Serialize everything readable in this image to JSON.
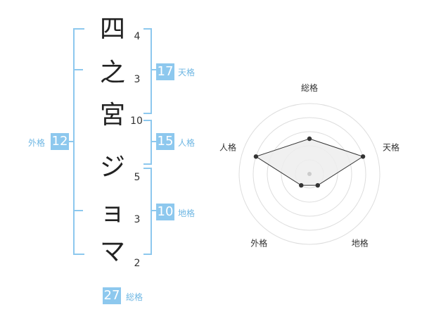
{
  "name": {
    "characters": [
      {
        "char": "四",
        "strokes": "4"
      },
      {
        "char": "之",
        "strokes": "3"
      },
      {
        "char": "宮",
        "strokes": "10"
      },
      {
        "char": "ジ",
        "strokes": "5"
      },
      {
        "char": "ョ",
        "strokes": "3"
      },
      {
        "char": "マ",
        "strokes": "2"
      }
    ]
  },
  "fortunes": {
    "tenkaku": {
      "value": "17",
      "label": "天格"
    },
    "jinkaku": {
      "value": "15",
      "label": "人格"
    },
    "chikaku": {
      "value": "10",
      "label": "地格"
    },
    "gaikaku": {
      "value": "12",
      "label": "外格"
    },
    "soukaku": {
      "value": "27",
      "label": "総格"
    }
  },
  "colors": {
    "accent": "#8dc8ee",
    "badge_text": "#ffffff"
  },
  "chart_data": {
    "type": "radar",
    "axes": [
      "総格",
      "天格",
      "地格",
      "外格",
      "人格"
    ],
    "values": [
      2.5,
      4,
      1,
      1,
      4
    ],
    "max": 5,
    "rings": 5
  }
}
